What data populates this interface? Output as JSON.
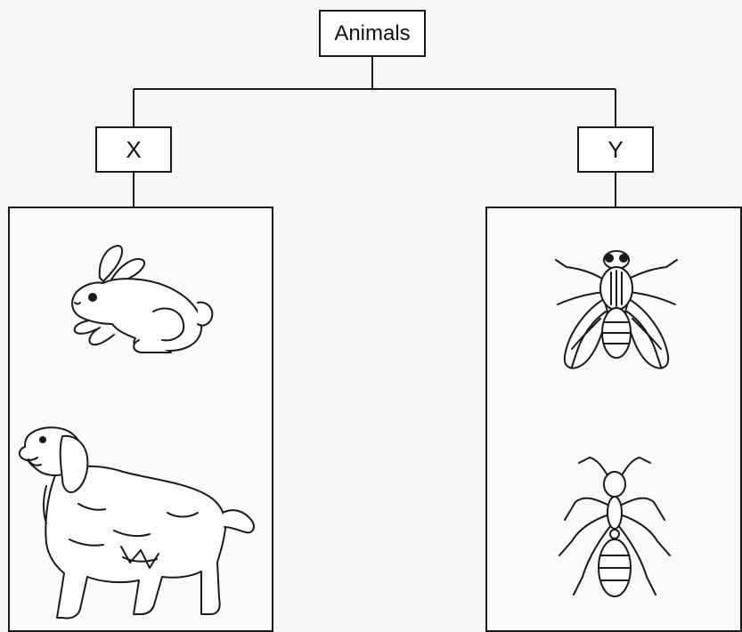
{
  "tree": {
    "root_label": "Animals",
    "left_label": "X",
    "right_label": "Y"
  },
  "groups": {
    "left": {
      "animals": [
        "rabbit-icon",
        "dog-icon"
      ]
    },
    "right": {
      "animals": [
        "housefly-icon",
        "ant-icon"
      ]
    }
  },
  "colors": {
    "line": "#1a1a1a",
    "background": "#f7f7f5"
  }
}
